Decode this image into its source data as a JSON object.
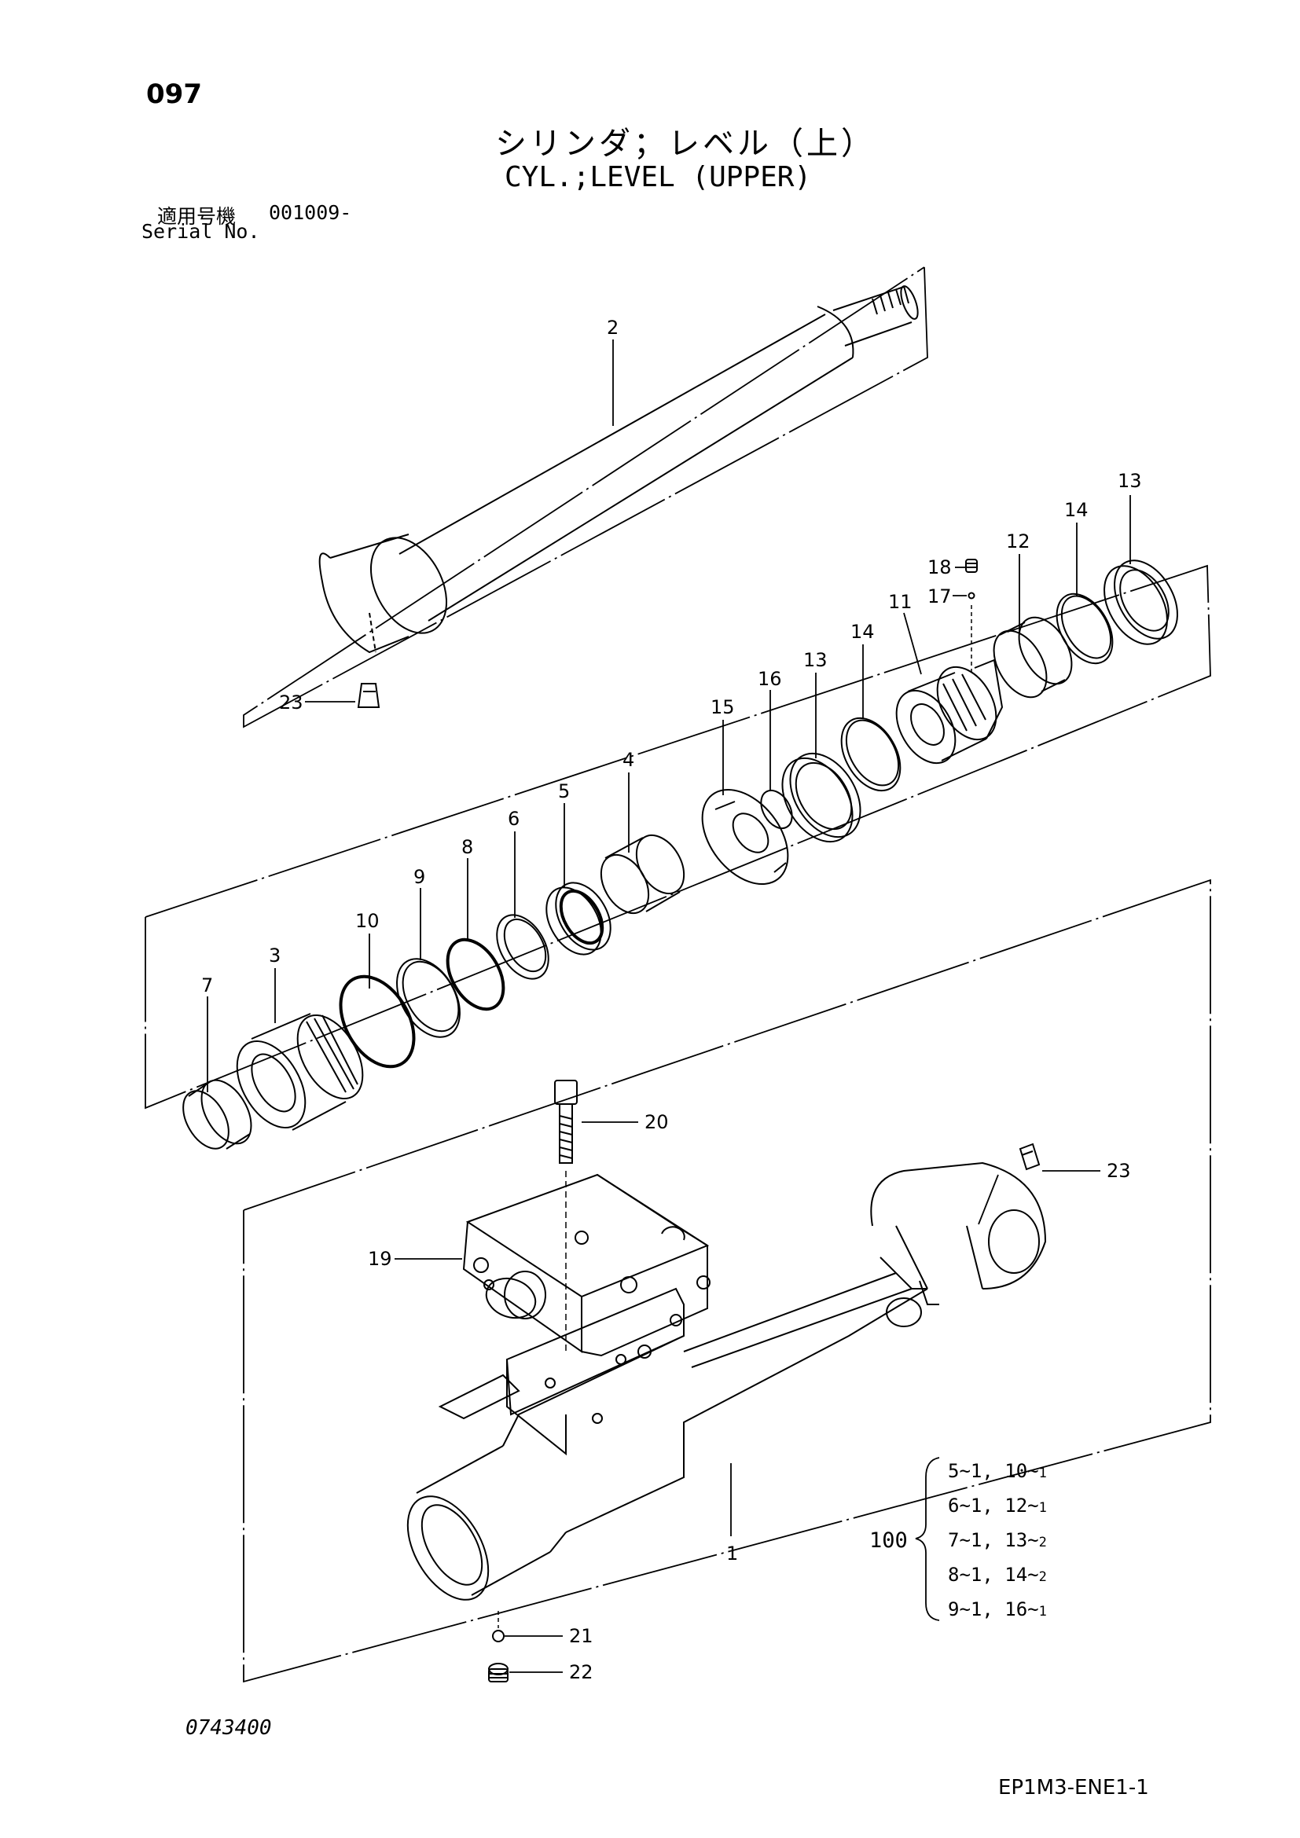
{
  "header": {
    "page_number": "097",
    "title_jp": "シリンダ；レベル（上）",
    "title_en": "CYL.;LEVEL (UPPER)",
    "serial_label_jp": "適用号機",
    "serial_value": "001009-",
    "serial_label_en": "Serial No."
  },
  "callouts": {
    "c1": "1",
    "c2": "2",
    "c3": "3",
    "c4": "4",
    "c5": "5",
    "c6": "6",
    "c7": "7",
    "c8": "8",
    "c9": "9",
    "c10": "10",
    "c11": "11",
    "c12": "12",
    "c13a": "13",
    "c13b": "13",
    "c14a": "14",
    "c14b": "14",
    "c15": "15",
    "c16": "16",
    "c17": "17",
    "c18": "18",
    "c19": "19",
    "c20": "20",
    "c21": "21",
    "c22": "22",
    "c23a": "23",
    "c23b": "23"
  },
  "kit": {
    "number": "100",
    "lines": [
      {
        "a": "5~1, 10~",
        "q": "1"
      },
      {
        "a": "6~1, 12~",
        "q": "1"
      },
      {
        "a": "7~1, 13~",
        "q": "2"
      },
      {
        "a": "8~1, 14~",
        "q": "2"
      },
      {
        "a": "9~1, 16~",
        "q": "1"
      }
    ]
  },
  "footer": {
    "drawing_code": "0743400",
    "doc_code": "EP1M3-ENE1-1"
  }
}
